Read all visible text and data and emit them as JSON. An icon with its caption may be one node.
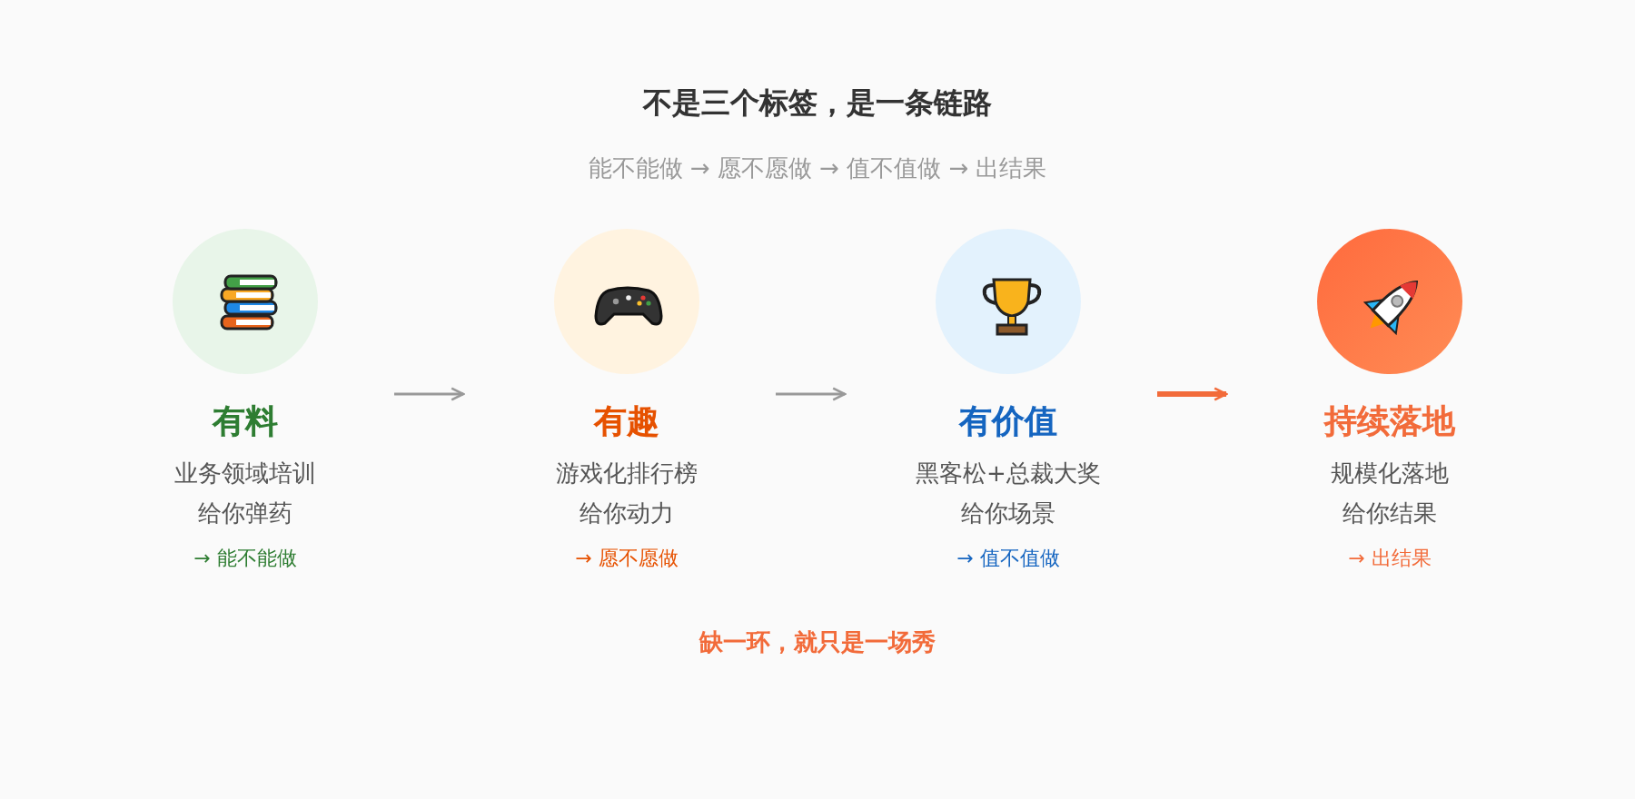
{
  "diagram": {
    "title": "不是三个标签，是一条链路",
    "nodes": [
      {
        "text": [
          "有料",
          "业务领域培训",
          "给你弹药"
        ]
      },
      {
        "text": [
          "有趣",
          "游戏化排行榜",
          "给你动力"
        ]
      },
      {
        "text": [
          "有价值",
          "黑客松+总裁大奖",
          "给你场景"
        ]
      },
      {
        "text": [
          "持续落地",
          "规模化落地",
          "给你结果"
        ]
      }
    ],
    "edges": [
      {
        "from": 0,
        "to": 1,
        "arrow": "to"
      },
      {
        "from": 1,
        "to": 2,
        "arrow": "to"
      },
      {
        "from": 2,
        "to": 3,
        "arrow": "to",
        "style": "thick",
        "color": "#f26b3a"
      }
    ],
    "labels": [
      "能不能做 → 愿不愿做 → 值不值做 → 出结果",
      "→ 能不能做",
      "→ 愿不愿做",
      "→ 值不值做",
      "→ 出结果",
      "缺一环，就只是一场秀"
    ]
  }
}
